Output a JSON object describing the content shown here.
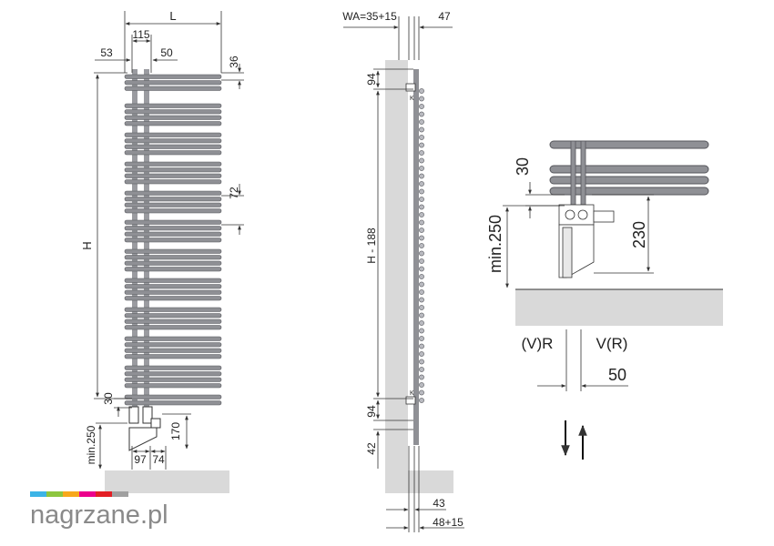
{
  "colors": {
    "tube": "#8f9095",
    "tube_dark": "#55565b",
    "line": "#333333",
    "floor": "#d9d9d9",
    "logo_text": "#8a8a8a"
  },
  "front_view": {
    "width_label": "L",
    "spacing_115": "115",
    "offset_53": "53",
    "offset_50": "50",
    "top_36": "36",
    "gap_72": "72",
    "height_label": "H",
    "bottom_30": "30",
    "valve_170": "170",
    "min_floor": "min.250",
    "base_97": "97",
    "base_74": "74"
  },
  "side_view": {
    "wall_offset": "WA=35+15",
    "depth_47": "47",
    "top_94": "94",
    "height_h188": "H - 188",
    "bottom_94": "94",
    "bottom_42": "42",
    "depth_43": "43",
    "depth_48_15": "48+15"
  },
  "detail_view": {
    "dim_30": "30",
    "dim_230": "230",
    "dim_min250": "min.250",
    "return_label": "(V)R",
    "flow_label": "V(R)",
    "dim_50": "50"
  },
  "logo": {
    "text_prefix": "nagrzane",
    "text_suffix": ".pl",
    "bar_colors": [
      "#3cb4e6",
      "#8dc63f",
      "#f7a81b",
      "#ec008c",
      "#e31e24",
      "#a0a0a0"
    ]
  }
}
